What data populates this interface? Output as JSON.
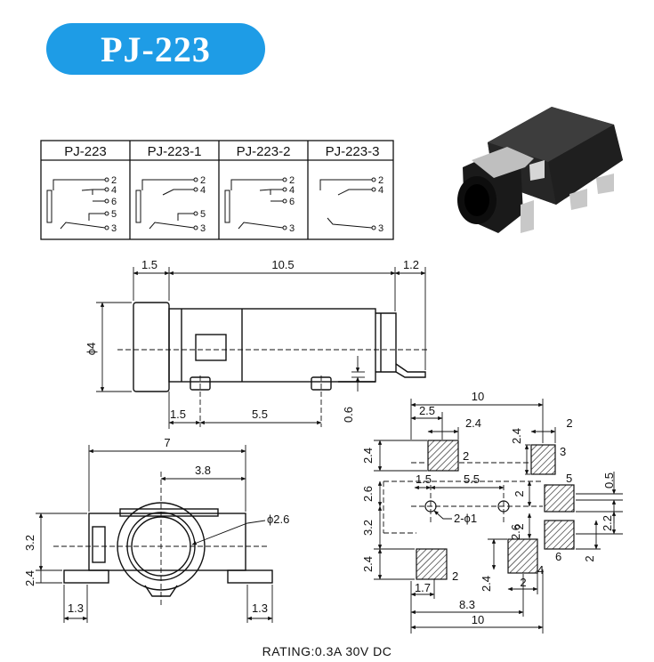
{
  "title": "PJ-223",
  "schematic_table": {
    "headers": [
      "PJ-223",
      "PJ-223-1",
      "PJ-223-2",
      "PJ-223-3"
    ],
    "pins": [
      [
        "2",
        "4",
        "6",
        "5",
        "3"
      ],
      [
        "2",
        "4",
        "5",
        "3"
      ],
      [
        "2",
        "4",
        "6",
        "3"
      ],
      [
        "2",
        "4",
        "3"
      ]
    ]
  },
  "side_view": {
    "dims": [
      "1.5",
      "10.5",
      "1.2",
      "ϕ4",
      "1.5",
      "5.5",
      "0.6"
    ]
  },
  "front_view": {
    "dims": [
      "7",
      "3.8",
      "ϕ2.6",
      "3.2",
      "2.4",
      "1.3",
      "1.3"
    ]
  },
  "pcb_layout": {
    "dims": [
      "10",
      "2.5",
      "2.4",
      "2",
      "2.4",
      "2.4",
      "1.5",
      "5.5",
      "2",
      "0.5",
      "2.6",
      "2",
      "2-ϕ1",
      "3.2",
      "2.6",
      "2.2",
      "2",
      "2.4",
      "2.4",
      "2",
      "1.7",
      "8.3",
      "10"
    ],
    "pad_labels": [
      "2",
      "3",
      "5",
      "6",
      "2",
      "4"
    ]
  },
  "rating": "RATING:0.3A 30V DC"
}
